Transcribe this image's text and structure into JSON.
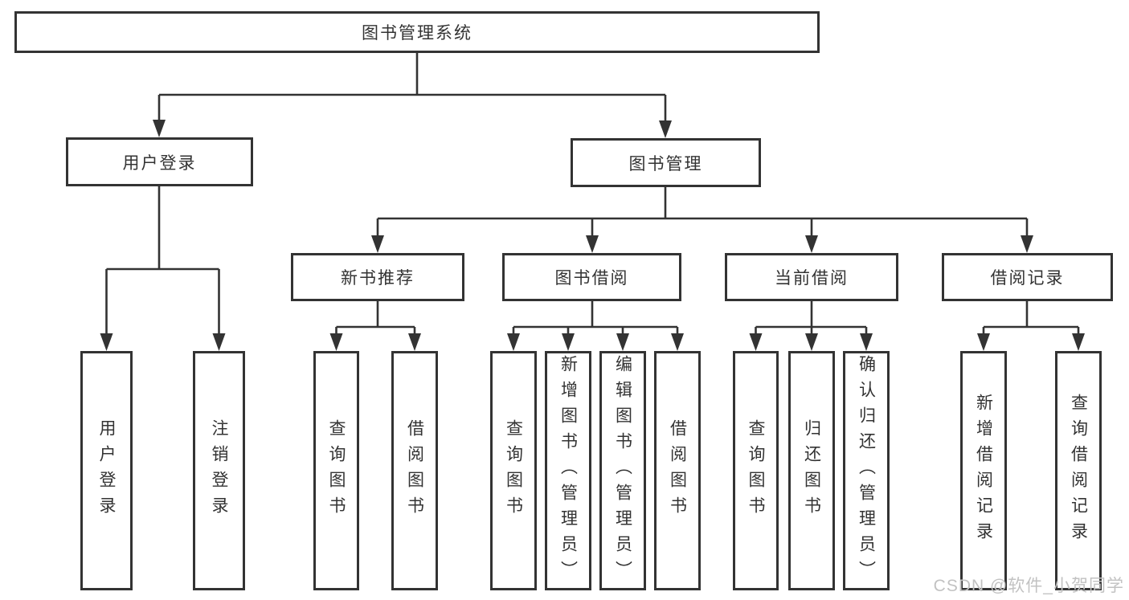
{
  "diagram": {
    "type": "hierarchy-tree",
    "tree": {
      "label": "图书管理系统",
      "children": [
        {
          "label": "用户登录",
          "children": [
            {
              "label": "用户登录"
            },
            {
              "label": "注销登录"
            }
          ]
        },
        {
          "label": "图书管理",
          "children": [
            {
              "label": "新书推荐",
              "children": [
                {
                  "label": "查询图书"
                },
                {
                  "label": "借阅图书"
                }
              ]
            },
            {
              "label": "图书借阅",
              "children": [
                {
                  "label": "查询图书"
                },
                {
                  "label": "新增图书（管理员）"
                },
                {
                  "label": "编辑图书（管理员）"
                },
                {
                  "label": "借阅图书"
                }
              ]
            },
            {
              "label": "当前借阅",
              "children": [
                {
                  "label": "查询图书"
                },
                {
                  "label": "归还图书"
                },
                {
                  "label": "确认归还（管理员）"
                }
              ]
            },
            {
              "label": "借阅记录",
              "children": [
                {
                  "label": "新增借阅记录"
                },
                {
                  "label": "查询借阅记录"
                }
              ]
            }
          ]
        }
      ]
    },
    "colors": {
      "line": "#333333",
      "box_border": "#333333",
      "text": "#333333",
      "background": "#ffffff",
      "watermark": "#c2c2c2"
    }
  },
  "watermark": {
    "text": "CSDN @软件_小贺同学"
  }
}
